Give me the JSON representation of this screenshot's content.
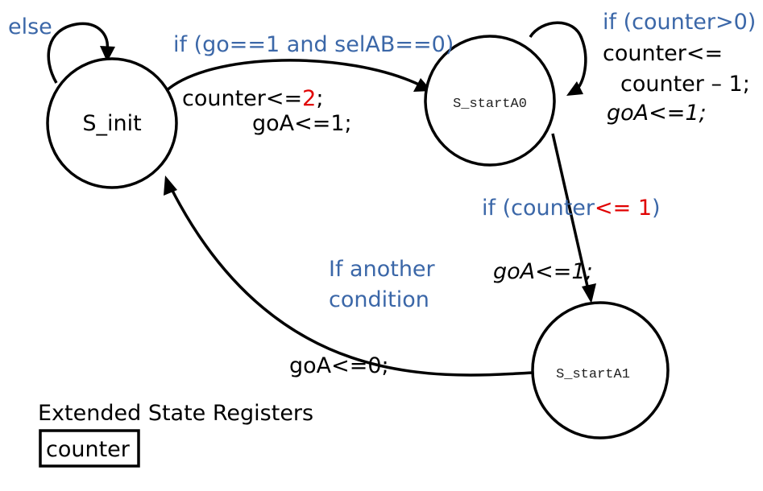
{
  "colors": {
    "condition": "#3b67a8",
    "highlight": "#e00000",
    "ink": "#000000"
  },
  "states": {
    "init": "S_init",
    "startA0": "S_startA0",
    "startA1": "S_startA1"
  },
  "transitions": {
    "init_self": {
      "condition": "else"
    },
    "init_to_startA0": {
      "condition": "if (go==1 and selAB==0)",
      "action1_pre": "counter<=",
      "action1_value": "2",
      "action1_post": ";",
      "action2": "goA<=1;"
    },
    "startA0_self": {
      "condition": "if (counter>0)",
      "action1": "counter<=",
      "action2": "counter – 1;",
      "action3": "goA<=1;"
    },
    "startA0_to_startA1": {
      "condition_pre": "if (counter",
      "condition_op": "<= 1",
      "condition_post": ")",
      "action": "goA<=1;"
    },
    "startA1_to_init": {
      "condition_line1": "If another",
      "condition_line2": "condition",
      "action": "goA<=0;"
    }
  },
  "registers": {
    "title": "Extended State Registers",
    "items": [
      "counter"
    ]
  }
}
